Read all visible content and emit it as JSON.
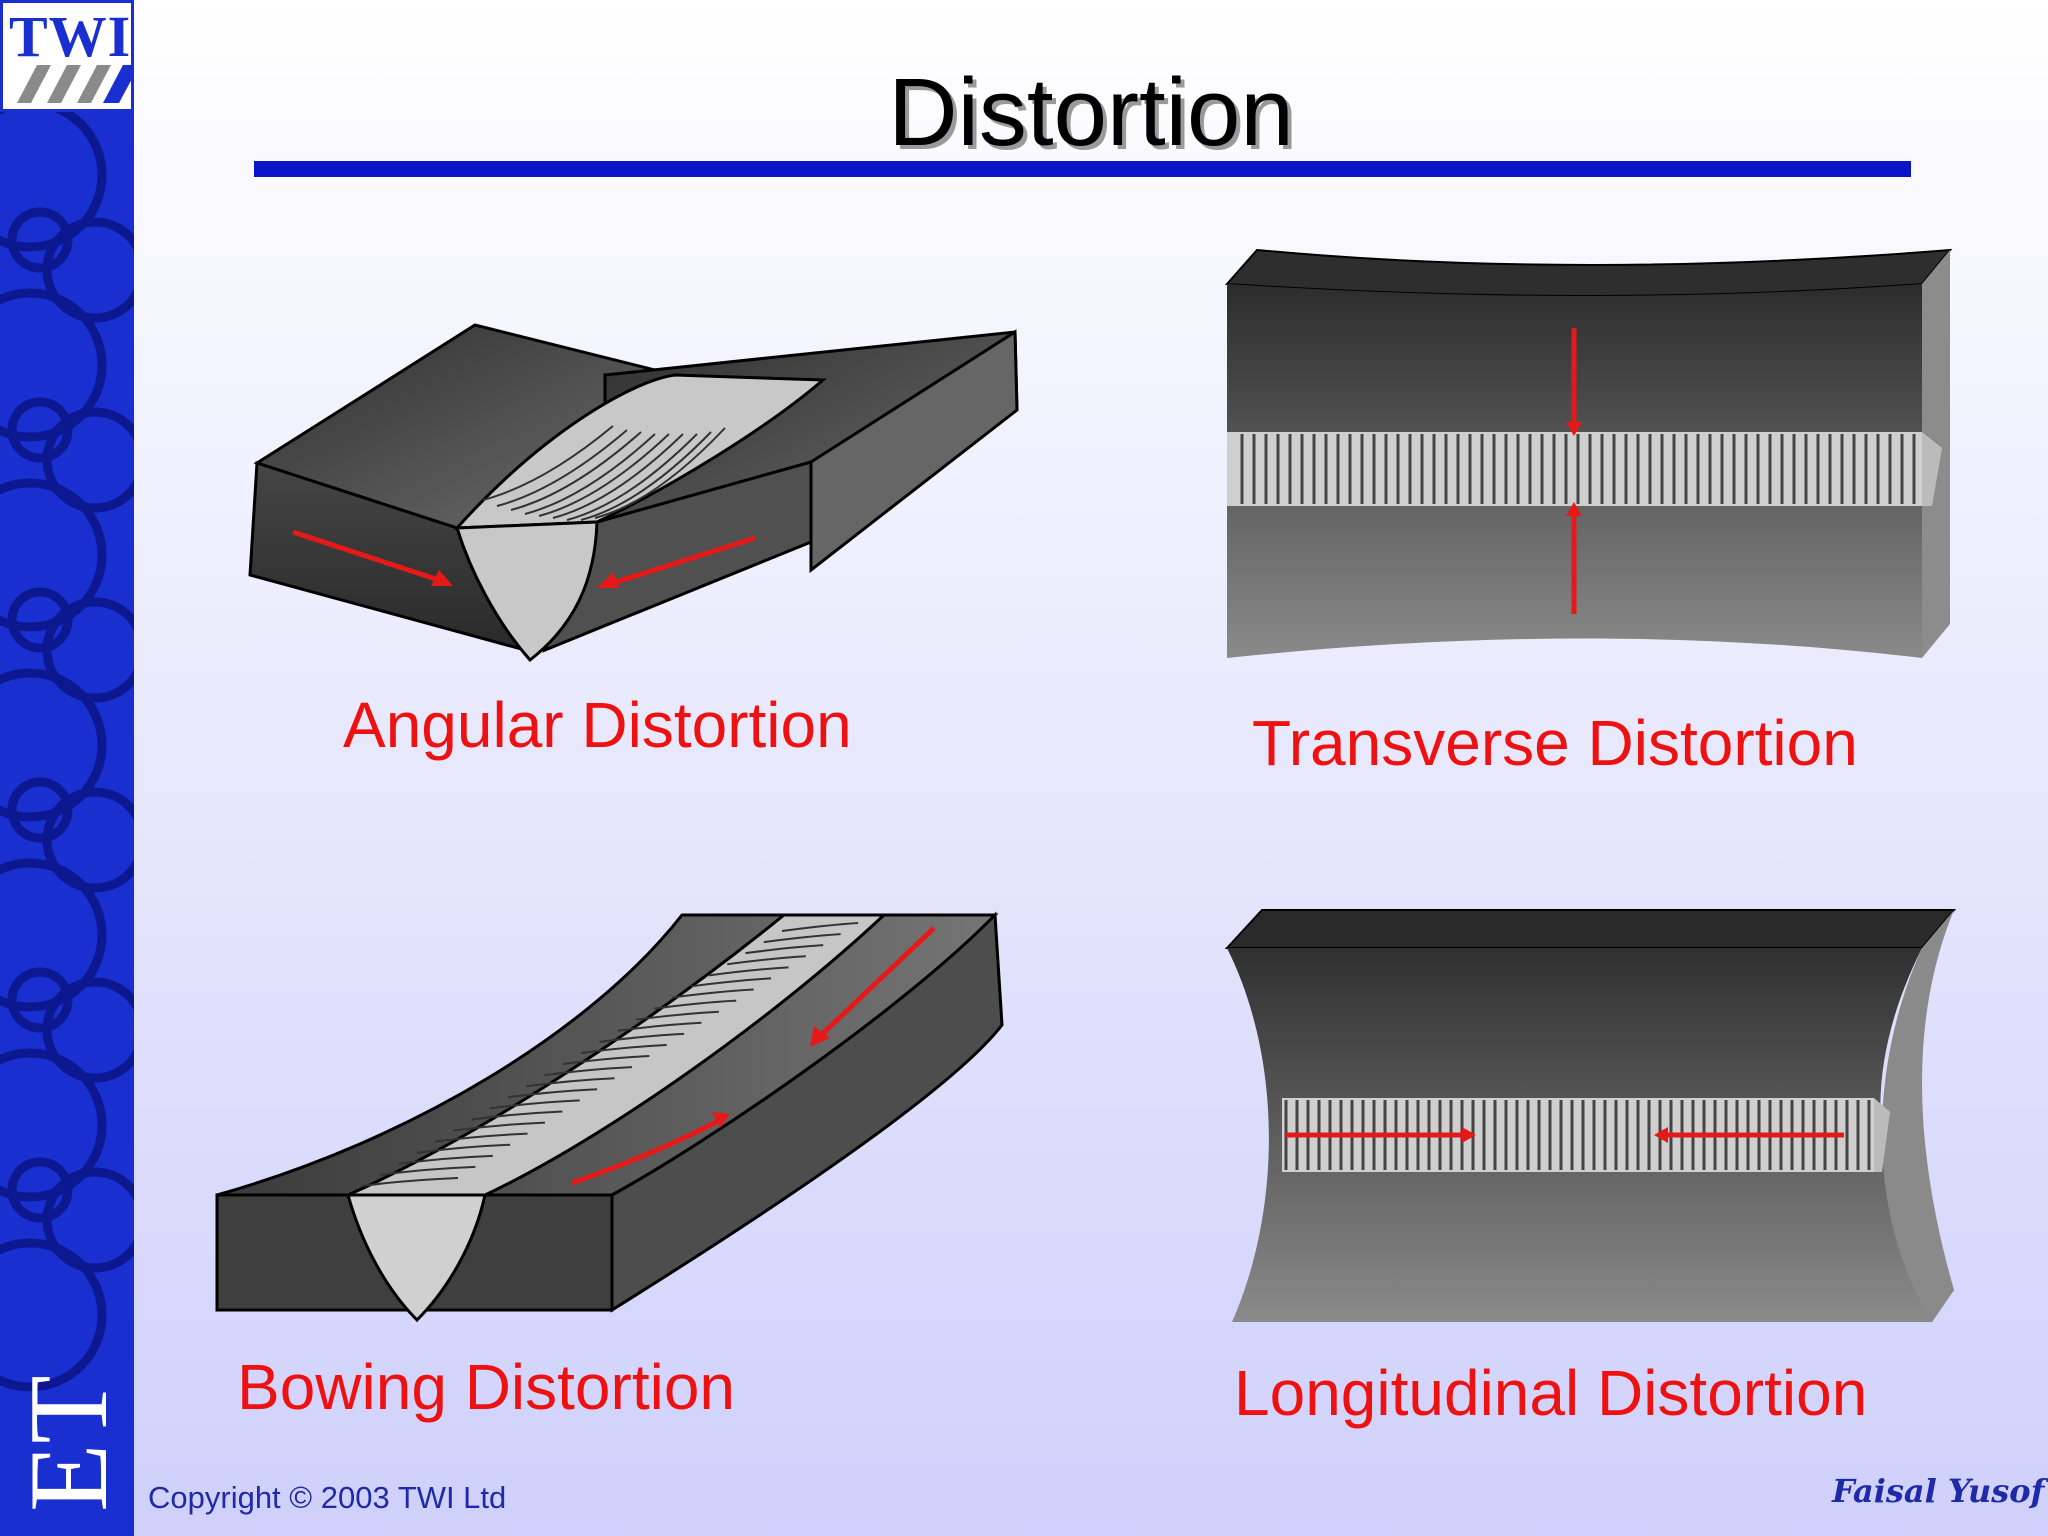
{
  "logo": {
    "text": "TWI"
  },
  "sidebar": {
    "vertical_text": "ET"
  },
  "slide": {
    "title": "Distortion"
  },
  "figures": [
    {
      "caption": "Angular Distortion"
    },
    {
      "caption": "Transverse Distortion"
    },
    {
      "caption": "Bowing Distortion"
    },
    {
      "caption": "Longitudinal Distortion"
    }
  ],
  "footer": {
    "copyright": "Copyright © 2003 TWI Ltd",
    "author": "Faisal Yusof"
  },
  "colors": {
    "sidebar": "#1a2fd0",
    "title_rule": "#0a14c8",
    "caption": "#ee1111",
    "arrow": "#e61919"
  }
}
